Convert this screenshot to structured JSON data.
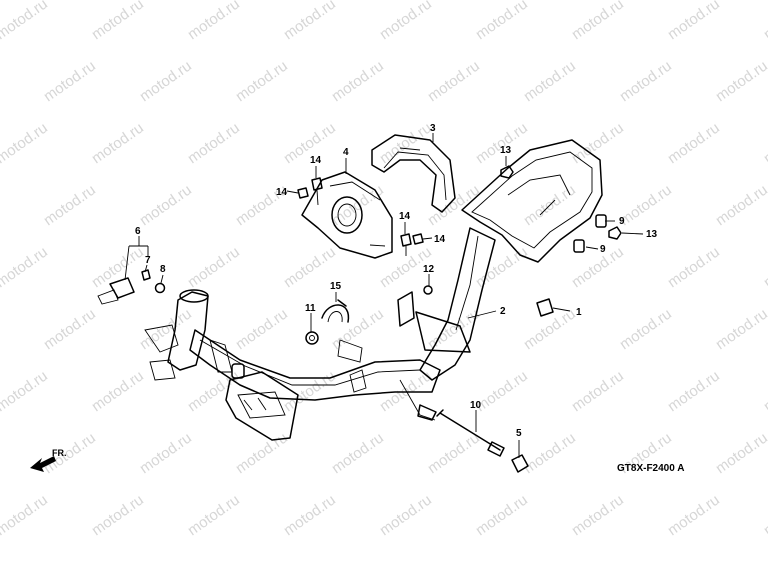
{
  "watermark": {
    "text": "motod.ru"
  },
  "diagram_code": "GT8X-F2400 A",
  "direction_label": "FR.",
  "callouts": [
    "1",
    "2",
    "3",
    "4",
    "5",
    "6",
    "7",
    "8",
    "9",
    "9",
    "10",
    "11",
    "12",
    "13",
    "13",
    "14",
    "14",
    "14",
    "14",
    "15"
  ],
  "colors": {
    "line": "#000000",
    "watermark": "#d6d6d6",
    "background": "#ffffff"
  }
}
